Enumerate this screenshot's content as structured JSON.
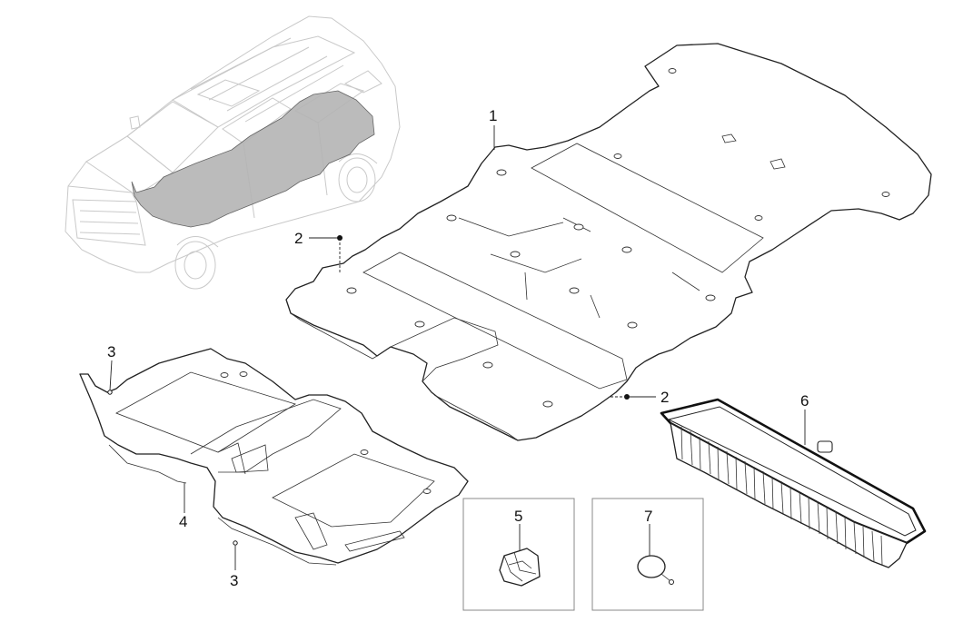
{
  "callouts": {
    "c1": "1",
    "c2a": "2",
    "c2b": "2",
    "c3a": "3",
    "c3b": "3",
    "c4": "4",
    "c5": "5",
    "c6": "6",
    "c7": "7"
  },
  "colors": {
    "line": "#222222",
    "vehicle_outline": "#c9c9c9",
    "carpet_highlight": "#a8a8a8",
    "inset_border": "#8a8a8a"
  }
}
